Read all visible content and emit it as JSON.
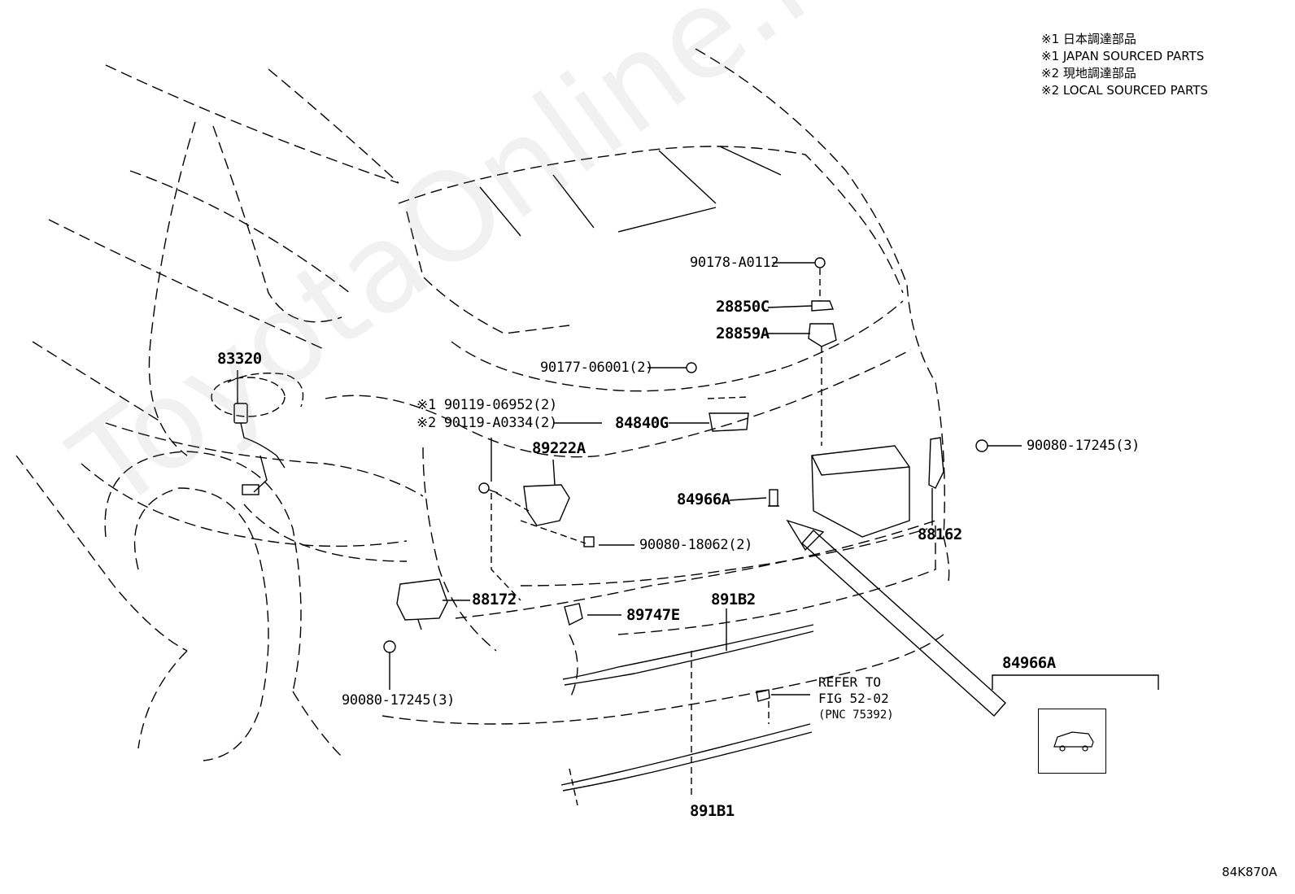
{
  "notes": [
    "※1 日本調達部品",
    "※1 JAPAN SOURCED PARTS",
    "※2 現地調達部品",
    "※2 LOCAL SOURCED PARTS"
  ],
  "labels": {
    "p83320": "83320",
    "p90178": "90178-A0112",
    "p28850c": "28850C",
    "p28859a": "28859A",
    "p90177": "90177-06001(2)",
    "p90119_1": "※1 90119-06952(2)",
    "p90119_2": "※2 90119-A0334(2)",
    "p84840g": "84840G",
    "p89222a": "89222A",
    "p90080_top": "90080-17245(3)",
    "p84966a": "84966A",
    "p90080_18062": "90080-18062(2)",
    "p88162": "88162",
    "p88172": "88172",
    "p891b2": "891B2",
    "p89747e": "89747E",
    "p90080_bottom": "90080-17245(3)",
    "p891b1": "891B1",
    "p84966a_inset": "84966A"
  },
  "refer": {
    "line1": "REFER TO",
    "line2": "FIG 52-02",
    "line3": "(PNC 75392)"
  },
  "watermark": "ToyotaOnline.ru",
  "figure_code": "84K870A"
}
